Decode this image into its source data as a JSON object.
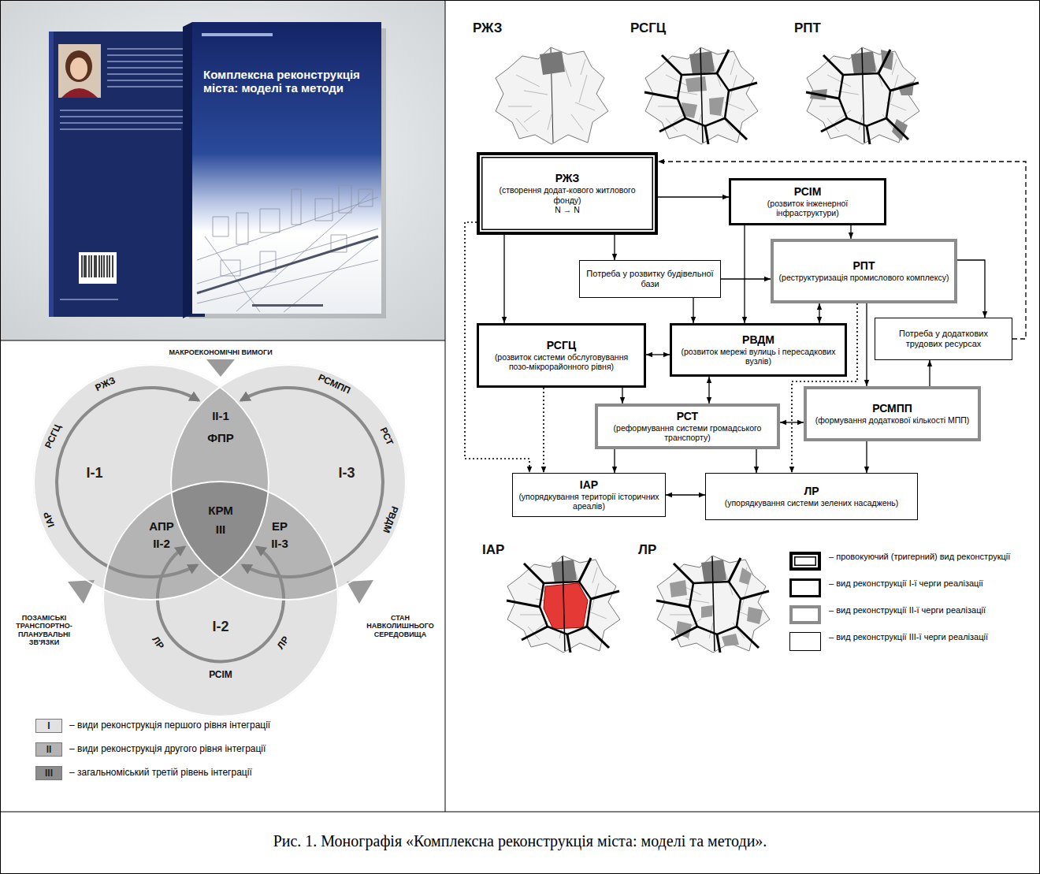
{
  "diagram": {
    "caption": "Рис. 1. Монографія «Комплексна реконструкція міста: моделі та методи».",
    "nodes": [
      {
        "text": [
          "РЖЗ",
          "(створення додат-кового житлового фонду)",
          "N → N"
        ]
      },
      {
        "text": [
          "РСІМ",
          "(розвиток інженерної інфраструктури)"
        ]
      },
      {
        "text": [
          "Потреба у розвитку будівельної бази"
        ]
      },
      {
        "text": [
          "РПТ",
          "(реструктуризація промислового комплексу)"
        ]
      },
      {
        "text": [
          "РСГЦ",
          "(розвиток системи обслуговування позо-мікрорайонного рівня)"
        ]
      },
      {
        "text": [
          "РВДМ",
          "(розвиток мережі вулиць і пересадкових вузлів)"
        ]
      },
      {
        "text": [
          "Потреба у додаткових трудових ресурсах"
        ]
      },
      {
        "text": [
          "РСТ",
          "(реформування системи громадського транспорту)"
        ]
      },
      {
        "text": [
          "РСМПП",
          "(формування додаткової кількості МПП)"
        ]
      },
      {
        "text": [
          "ІАР",
          "(упорядкування території історичних ареалів)"
        ]
      },
      {
        "text": [
          "ЛР",
          "(упорядкування системи зелених насаджень)"
        ]
      },
      {
        "text": [
          "I-1"
        ]
      },
      {
        "text": [
          "I-3"
        ]
      },
      {
        "text": [
          "I-2"
        ]
      }
    ],
    "edges": [
      {
        "from": 0,
        "to": 1,
        "arrow": "to"
      },
      {
        "from": 0,
        "to": 2,
        "arrow": "to"
      },
      {
        "from": 0,
        "to": 4,
        "arrow": "to"
      },
      {
        "from": 0,
        "to": 9,
        "arrow": "to"
      },
      {
        "from": 4,
        "to": 9,
        "arrow": "to"
      },
      {
        "from": 1,
        "to": 3,
        "arrow": "to"
      },
      {
        "from": 1,
        "to": 5,
        "arrow": "to"
      },
      {
        "from": 2,
        "to": 3,
        "arrow": "to"
      },
      {
        "from": 2,
        "to": 5,
        "arrow": "to"
      },
      {
        "from": 3,
        "to": 5,
        "arrow": "both"
      },
      {
        "from": 4,
        "to": 5,
        "arrow": "both"
      },
      {
        "from": 4,
        "to": 7,
        "arrow": "to"
      },
      {
        "from": 5,
        "to": 7,
        "arrow": "both"
      },
      {
        "from": 3,
        "to": 8,
        "arrow": "to"
      },
      {
        "from": 3,
        "to": 6,
        "arrow": "to"
      },
      {
        "from": 8,
        "to": 6,
        "arrow": "to"
      },
      {
        "from": 6,
        "to": 0,
        "arrow": "to"
      },
      {
        "from": 7,
        "to": 8,
        "arrow": "both"
      },
      {
        "from": 7,
        "to": 9,
        "arrow": "to"
      },
      {
        "from": 7,
        "to": 10,
        "arrow": "to"
      },
      {
        "from": 8,
        "to": 10,
        "arrow": "to"
      },
      {
        "from": 3,
        "to": 10,
        "arrow": "to"
      },
      {
        "from": 9,
        "to": 10,
        "arrow": "both"
      }
    ],
    "labels": [
      "Комплексна реконструкція міста: моделі та методи",
      "РЖЗ",
      "РСГЦ",
      "РПТ",
      "ІАР",
      "ЛР",
      "МАКРОЕКОНОМІЧНІ ВИМОГИ",
      "ПОЗАМІСЬКІ ТРАНСПОРТНО-ПЛАНУВАЛЬНІ ЗВ'ЯЗКИ",
      "СТАН НАВКОЛИШНЬОГО СЕРЕДОВИЩА",
      "ІАР",
      "РСГЦ",
      "РЖЗ",
      "РСМПП",
      "РСТ",
      "РВДМ",
      "ЛР",
      "РСІМ",
      "ЛР",
      "II-1",
      "ФПР",
      "АПР",
      "II-2",
      "ЕР",
      "II-3",
      "КРМ",
      "III",
      "I",
      "II",
      "III"
    ],
    "legend": [
      {
        "text": "– види реконструкція першого рівня інтеграції",
        "color": "#e2e2e2"
      },
      {
        "text": "– види реконструкція другого рівня інтеграції",
        "color": "#b4b4b4"
      },
      {
        "text": "– загальноміський третій рівень інтеграції",
        "color": "#8c8c8c"
      },
      {
        "text": "– провокуючий (тригерний) вид реконструкції"
      },
      {
        "text": "– вид реконструкції I-ї черги реалізації"
      },
      {
        "text": "– вид реконструкції II-ї черги реалізації"
      },
      {
        "text": "– вид реконструкції III-ї черги реалізації"
      }
    ]
  }
}
